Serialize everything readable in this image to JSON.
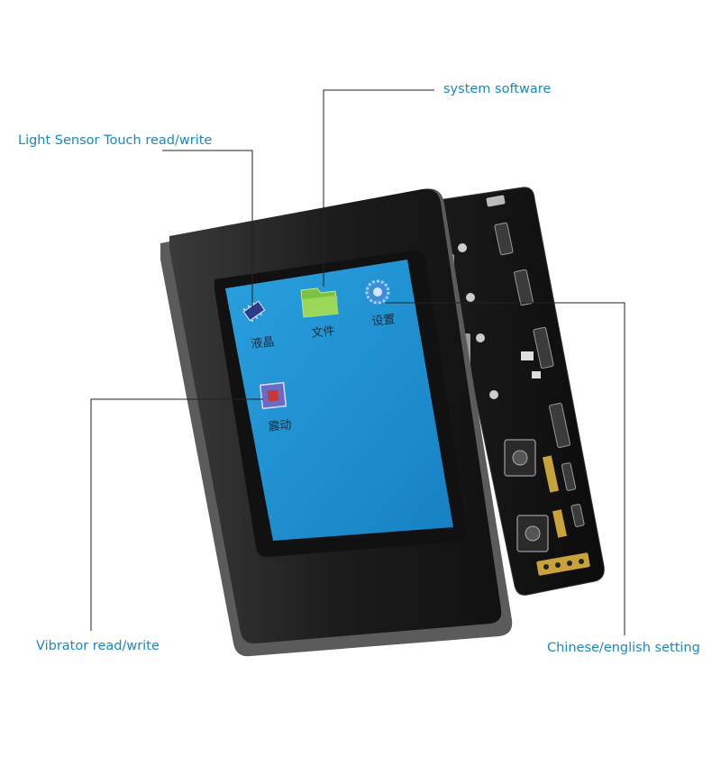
{
  "callouts": {
    "system_software": "system software",
    "light_sensor": "Light Sensor Touch read/write",
    "vibrator": "Vibrator read/write",
    "language": "Chinese/english setting"
  },
  "screen": {
    "lcd_label": "液晶",
    "file_label": "文件",
    "settings_label": "设置",
    "vibration_label": "震动"
  },
  "icons": {
    "lcd": "chip-icon",
    "file": "folder-icon",
    "settings": "gear-icon",
    "vibration": "processor-icon"
  },
  "colors": {
    "callout_text": "#1a87c3",
    "screen": "#1a8fd0",
    "device_body": "#1e1e1e"
  }
}
